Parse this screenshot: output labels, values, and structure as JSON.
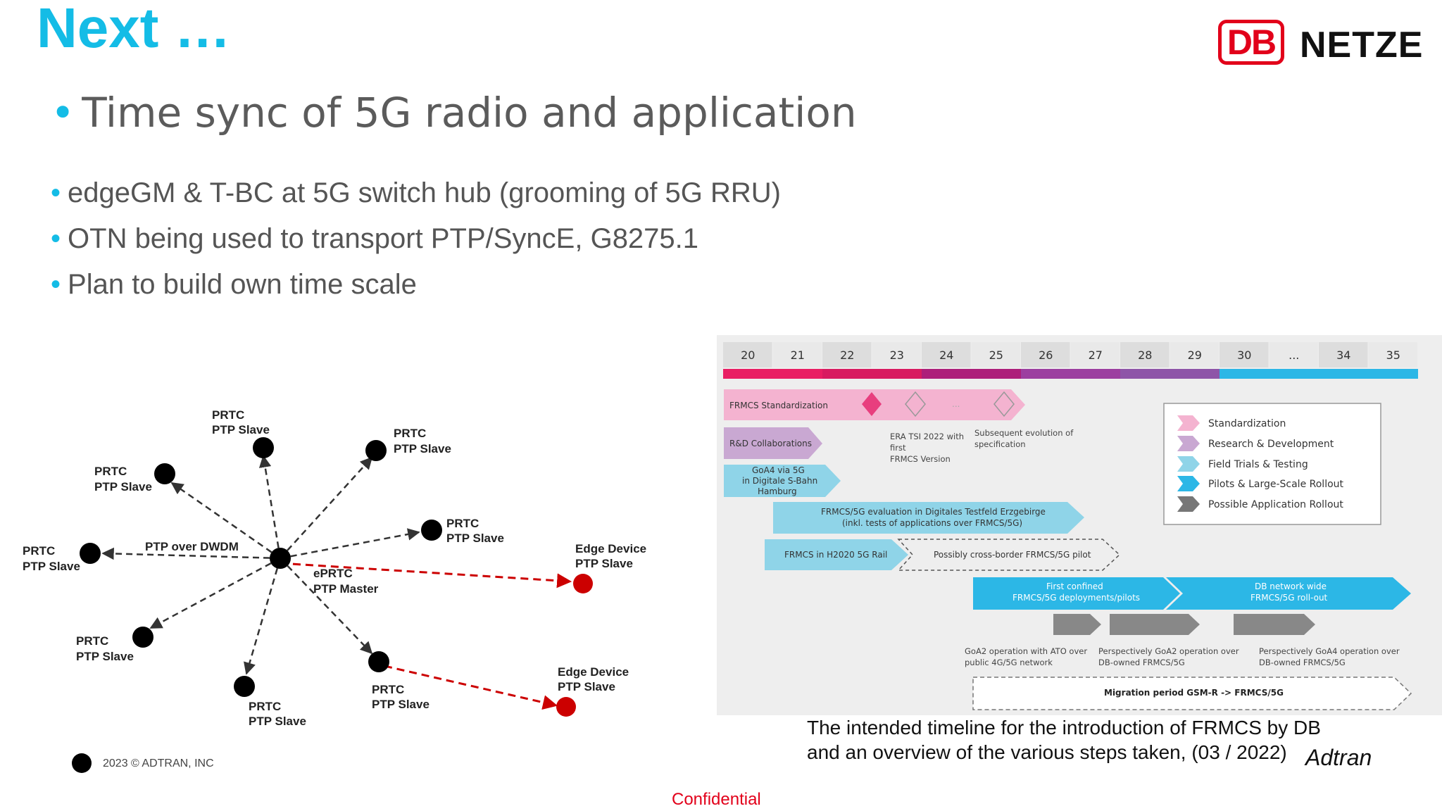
{
  "slide": {
    "title": "Next …",
    "subtitle": "Time sync of 5G radio and application",
    "bullets": [
      "edgeGM & T-BC at 5G switch hub (grooming of 5G RRU)",
      "OTN being used to transport PTP/SyncE, G8275.1",
      "Plan to build own time scale"
    ],
    "logo": {
      "mark": "DB",
      "text": "NETZE",
      "color": "#e2001a"
    },
    "caption_line1": "The intended timeline for the introduction of FRMCS by DB",
    "caption_line2": "and an overview of the various steps taken, (03 / 2022)",
    "brand": "Adtran",
    "copyright": "2023 © ADTRAN, INC",
    "confidential": "Confidential"
  },
  "diagram": {
    "hub_label_1": "ePRTC",
    "hub_label_2": "PTP Master",
    "link_label": "PTP over DWDM",
    "nodes": [
      {
        "line1": "PRTC",
        "line2": "PTP Slave"
      },
      {
        "line1": "PRTC",
        "line2": "PTP Slave"
      },
      {
        "line1": "PRTC",
        "line2": "PTP Slave"
      },
      {
        "line1": "PRTC",
        "line2": "PTP Slave"
      },
      {
        "line1": "PRTC",
        "line2": "PTP Slave"
      },
      {
        "line1": "PRTC",
        "line2": "PTP Slave"
      },
      {
        "line1": "PRTC",
        "line2": "PTP Slave"
      },
      {
        "line1": "PRTC",
        "line2": "PTP Slave"
      },
      {
        "line1": "Edge Device",
        "line2": "PTP Slave"
      },
      {
        "line1": "Edge Device",
        "line2": "PTP Slave"
      }
    ],
    "colors": {
      "node": "#000000",
      "edge_device": "#cc0000",
      "edge_link": "#cc0000",
      "link": "#333333"
    }
  },
  "timeline": {
    "years": [
      "20",
      "21",
      "22",
      "23",
      "24",
      "25",
      "26",
      "27",
      "28",
      "29",
      "30",
      "...",
      "34",
      "35"
    ],
    "bars": [
      {
        "text": "FRMCS Standardization",
        "kind": "std"
      },
      {
        "text": "R&D Collaborations",
        "kind": "rd"
      },
      {
        "text": "GoA4 via 5G",
        "text2": "in Digitale S-Bahn",
        "text3": "Hamburg",
        "kind": "field"
      },
      {
        "text": "FRMCS/5G evaluation in Digitales Testfeld Erzgebirge",
        "text2": "(inkl. tests of applications over FRMCS/5G)",
        "kind": "field"
      },
      {
        "text": "FRMCS in H2020 5G Rail",
        "kind": "field"
      },
      {
        "text": "Possibly cross-border FRMCS/5G pilot",
        "kind": "dashed"
      },
      {
        "text": "First confined",
        "text2": "FRMCS/5G deployments/pilots",
        "kind": "pilot"
      },
      {
        "text": "DB network wide",
        "text2": "FRMCS/5G roll-out",
        "kind": "pilot"
      },
      {
        "text": "Migration period GSM-R -> FRMCS/5G",
        "kind": "dashed"
      }
    ],
    "notes": [
      {
        "l1": "ERA TSI 2022 with",
        "l2": "first",
        "l3": "FRMCS Version"
      },
      {
        "l1": "Subsequent evolution of",
        "l2": "specification"
      },
      {
        "l1": "GoA2 operation with ATO over",
        "l2": "public 4G/5G network"
      },
      {
        "l1": "Perspectively GoA2 operation over",
        "l2": "DB-owned FRMCS/5G"
      },
      {
        "l1": "Perspectively GoA4 operation over",
        "l2": "DB-owned FRMCS/5G"
      }
    ],
    "milestone_dots": "...",
    "legend": [
      {
        "label": "Standardization",
        "color": "#f4b3d0"
      },
      {
        "label": "Research & Development",
        "color": "#c9a8d2"
      },
      {
        "label": "Field Trials & Testing",
        "color": "#8fd4e8"
      },
      {
        "label": "Pilots & Large-Scale Rollout",
        "color": "#2cb7e6"
      },
      {
        "label": "Possible Application Rollout",
        "color": "#777777"
      }
    ],
    "colors": {
      "std": "#f4b3d0",
      "rd": "#c9a8d2",
      "field": "#8fd4e8",
      "pilot": "#2cb7e6",
      "milestone": "#e83e7e",
      "strip": [
        "#e91e63",
        "#d81b60",
        "#ad1f7a",
        "#9c3fa0",
        "#8e55a8",
        "#2cb7e6"
      ]
    }
  }
}
